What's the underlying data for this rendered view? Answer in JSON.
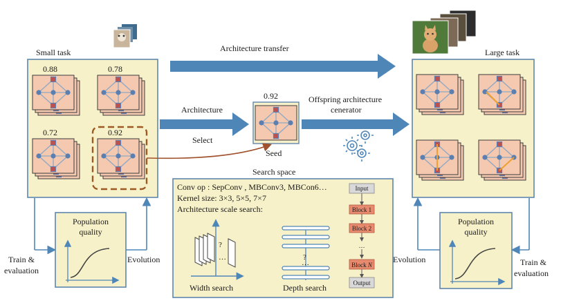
{
  "labels": {
    "small_task": "Small task",
    "large_task": "Large task",
    "architecture_transfer": "Architecture transfer",
    "architecture": "Architecture",
    "select": "Select",
    "seed_score": "0.92",
    "seed": "Seed",
    "offspring_line1": "Offspring architecture",
    "offspring_line2": "cenerator",
    "search_space": "Search space",
    "conv_op": "Conv op : SepConv , MBConv3, MBCon6…",
    "kernel_size": "Kernel size: 3×3, 5×5, 7×7",
    "scale_search": "Architecture scale search:",
    "width_search": "Width search",
    "depth_search": "Depth search",
    "population_line1": "Population",
    "population_line2": "quality",
    "train_line1": "Train &",
    "train_line2": "evaluation",
    "evolution": "Evolution",
    "question_mark": "?",
    "ellipsis": "…"
  },
  "small_task_scores": [
    "0.88",
    "0.78",
    "0.72",
    "0.92"
  ],
  "pipeline_blocks": [
    "Input",
    "Block 1",
    "Block 2",
    "…",
    "Block N",
    "Output"
  ],
  "colors": {
    "panel_fill": "#f7f1c9",
    "panel_stroke": "#5e86ad",
    "arrow_blue": "#4f86b8",
    "card_fill": "#f5c8b0",
    "card_stroke": "#3a3a3a",
    "node_blue": "#5a7fb0",
    "node_red": "#c0504d",
    "edge_grey": "#8da8c4",
    "highlight_orange": "#f0a030",
    "dashed_brown": "#9b5a24",
    "block_red": "#e88a6e",
    "block_grey": "#d9d9d9"
  }
}
